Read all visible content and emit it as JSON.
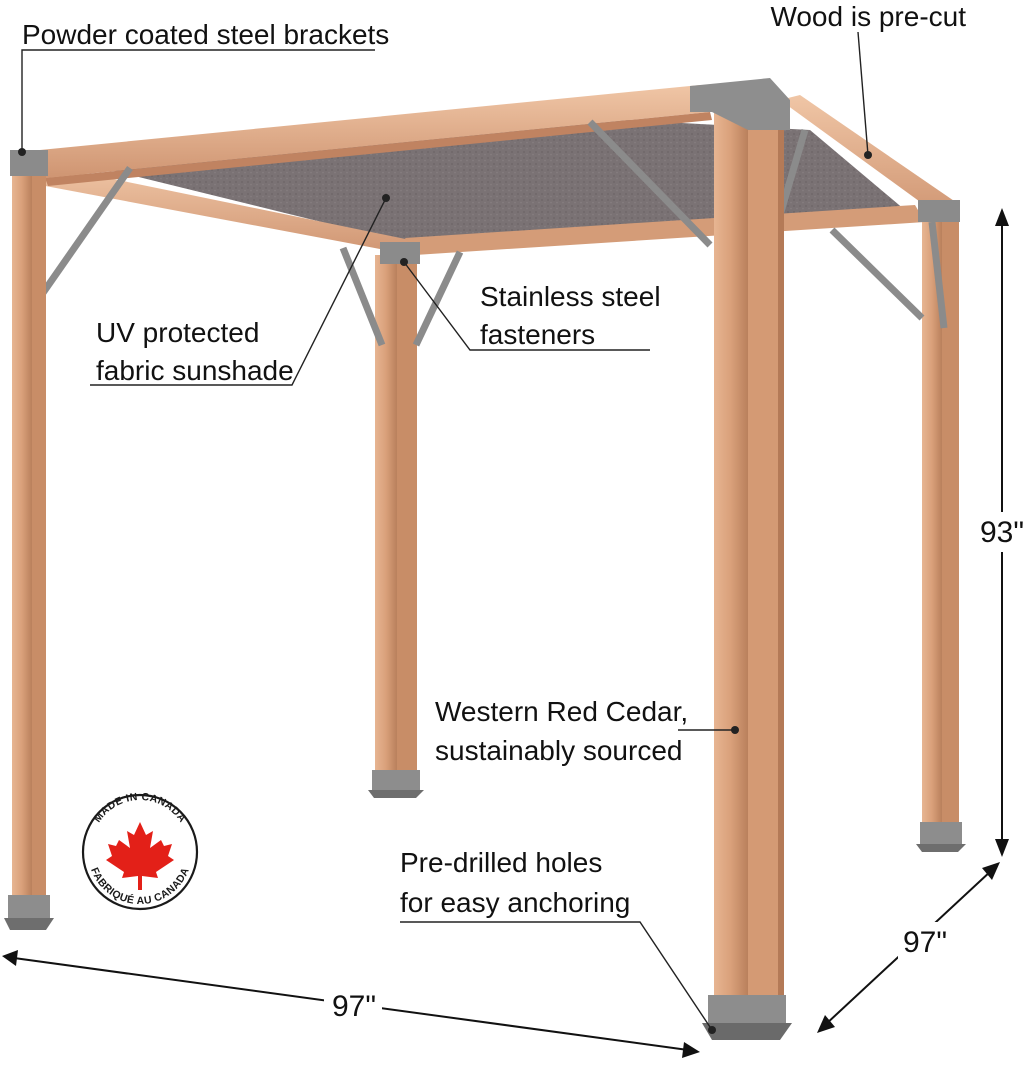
{
  "labels": {
    "brackets": "Powder coated steel brackets",
    "precut": "Wood is pre-cut",
    "fasteners_line1": "Stainless steel",
    "fasteners_line2": "fasteners",
    "sunshade_line1": "UV protected",
    "sunshade_line2": "fabric sunshade",
    "cedar_line1": "Western Red Cedar,",
    "cedar_line2": "sustainably sourced",
    "holes_line1": "Pre-drilled holes",
    "holes_line2": "for easy anchoring"
  },
  "dimensions": {
    "height": "93\"",
    "depth": "97\"",
    "width": "97\""
  },
  "badge": {
    "top_text": "MADE IN CANADA",
    "bottom_text": "FABRIQUÉ AU CANADA"
  },
  "colors": {
    "wood": "#d9a27c",
    "steel": "#8a8a8a",
    "fabric": "#7a7274",
    "maple_leaf": "#e32018"
  }
}
